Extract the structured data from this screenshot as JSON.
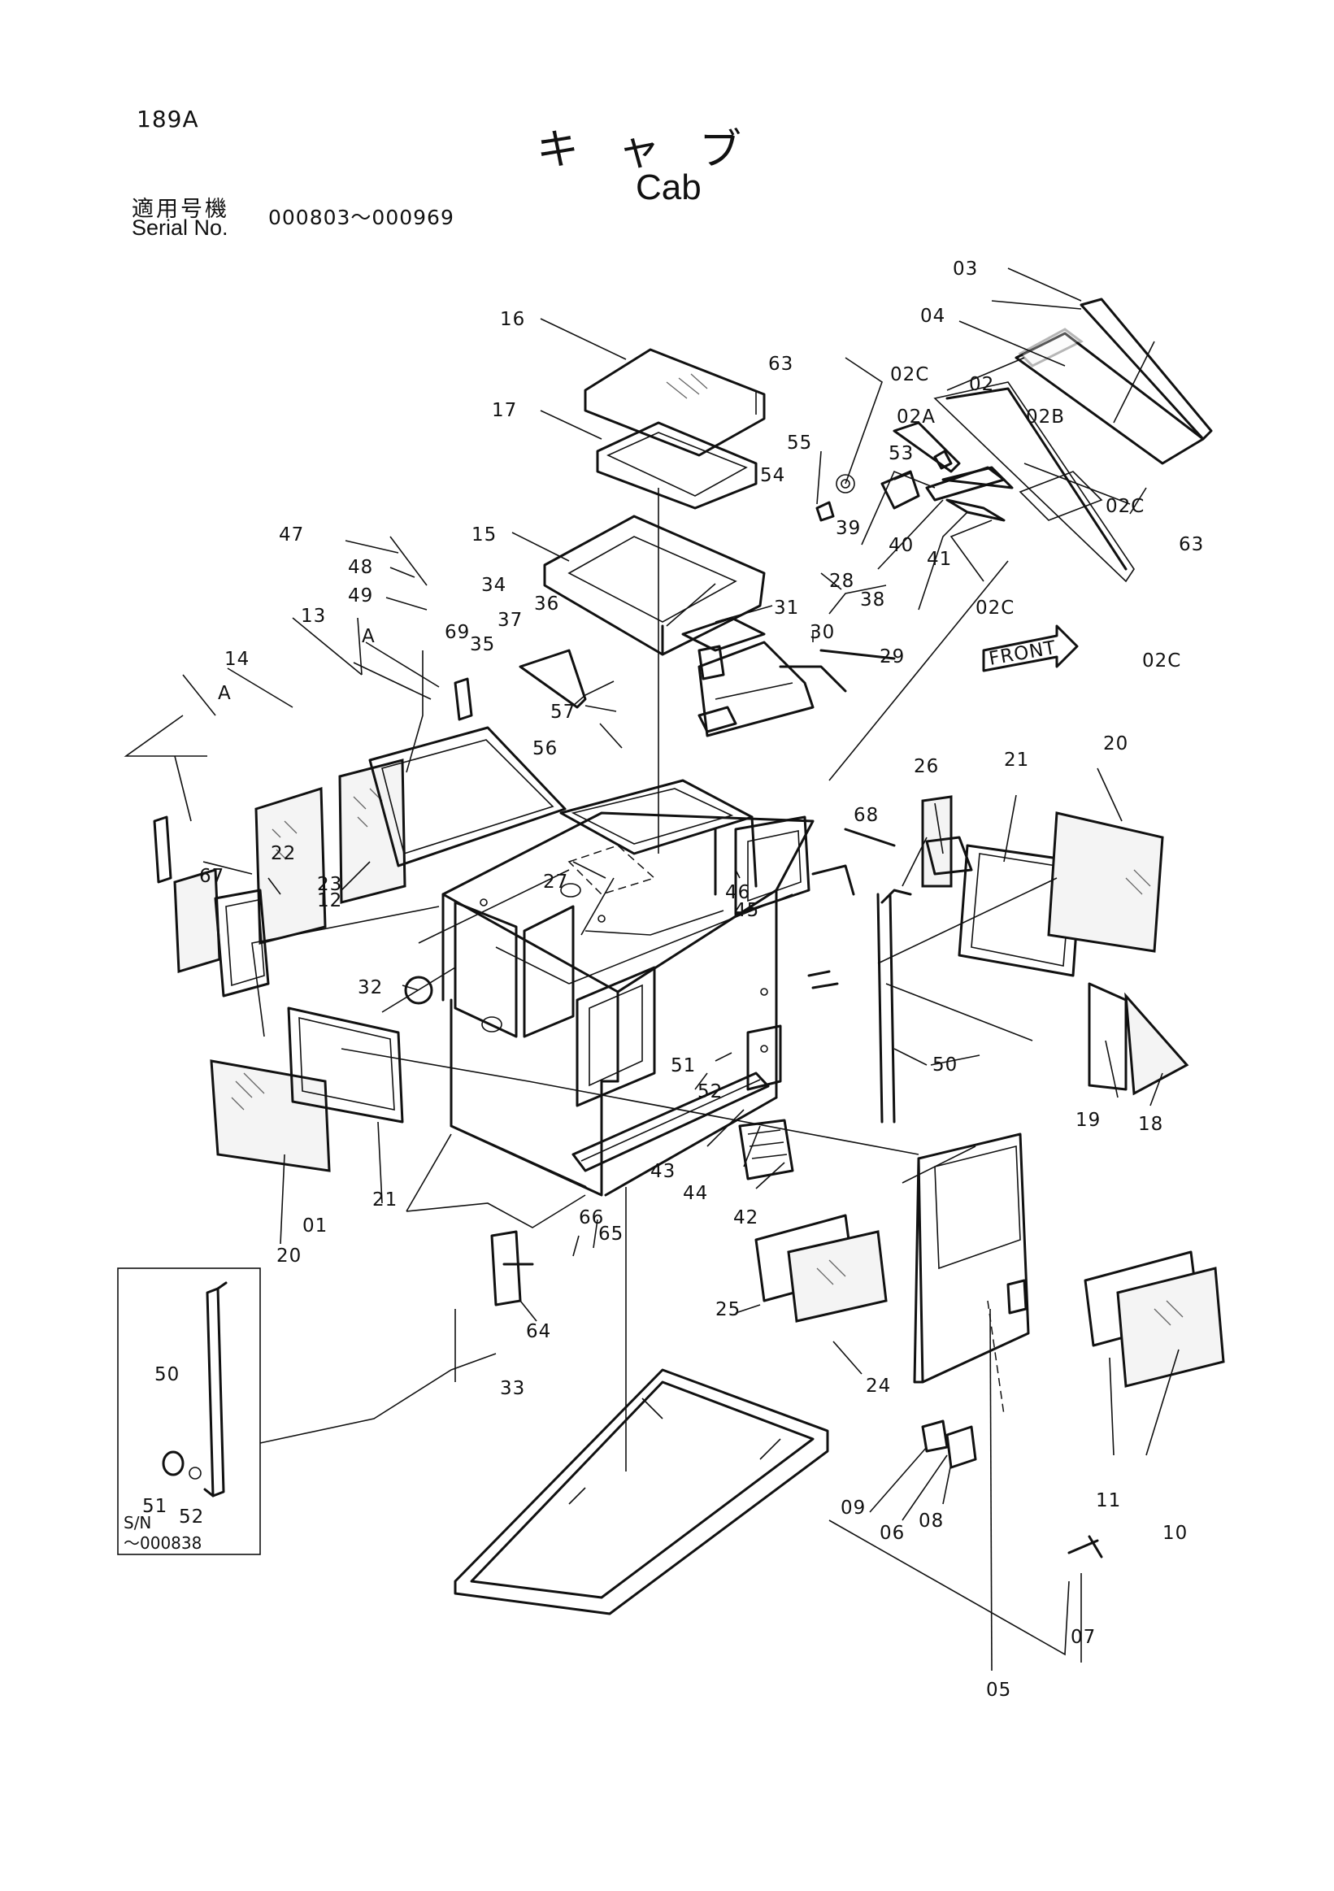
{
  "header": {
    "page_no": "189A",
    "title_jp": "キャブ",
    "title_en": "Cab",
    "serial_label_jp": "適用号機",
    "serial_label_en": "Serial No.",
    "serial_range": "000803～000969"
  },
  "front_label": "FRONT",
  "inset": {
    "serial_label": "S/N",
    "serial_range": "～000838"
  },
  "callouts": [
    "01",
    "02",
    "02A",
    "02B",
    "02C",
    "03",
    "04",
    "05",
    "06",
    "07",
    "08",
    "09",
    "10",
    "11",
    "12",
    "13",
    "14",
    "15",
    "16",
    "17",
    "18",
    "19",
    "20",
    "21",
    "22",
    "23",
    "24",
    "25",
    "26",
    "27",
    "28",
    "29",
    "30",
    "31",
    "32",
    "33",
    "34",
    "35",
    "36",
    "37",
    "38",
    "39",
    "40",
    "41",
    "42",
    "43",
    "44",
    "45",
    "46",
    "47",
    "48",
    "49",
    "50",
    "51",
    "52",
    "53",
    "54",
    "55",
    "56",
    "57",
    "63",
    "64",
    "65",
    "66",
    "67",
    "68",
    "69",
    "A"
  ]
}
